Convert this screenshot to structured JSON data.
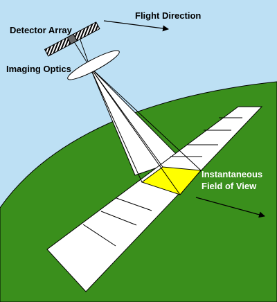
{
  "colors": {
    "sky": "#bde0f4",
    "ground": "#3a8f1c",
    "swath": "#ffffff",
    "ifov": "#ffff00",
    "outline": "#000000",
    "label_dark": "#000000",
    "label_light": "#ffffff"
  },
  "labels": {
    "flight_direction": "Flight Direction",
    "detector_array": "Detector Array",
    "imaging_optics": "Imaging Optics",
    "ifov_line1": "Instantaneous",
    "ifov_line2": "Field of View"
  }
}
